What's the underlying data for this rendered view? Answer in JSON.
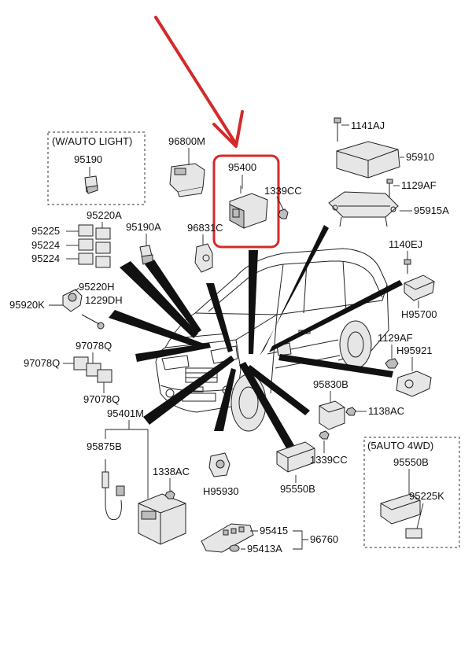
{
  "diagram": {
    "notes": {
      "auto_light": "(W/AUTO LIGHT)",
      "auto_4wd": "(5AUTO 4WD)"
    },
    "labels": {
      "p95190": "95190",
      "p96800M": "96800M",
      "p95400": "95400",
      "p1339CC_a": "1339CC",
      "p96831C": "96831C",
      "p1141AJ": "1141AJ",
      "p95910": "95910",
      "p1129AF_a": "1129AF",
      "p95915A": "95915A",
      "p95220A": "95220A",
      "p95225": "95225",
      "p95224_a": "95224",
      "p95224_b": "95224",
      "p95190A": "95190A",
      "p1140EJ": "1140EJ",
      "p95220H": "95220H",
      "p95920K": "95920K",
      "p1229DH": "1229DH",
      "pH95700": "H95700",
      "p97078Q_a": "97078Q",
      "p97078Q_b": "97078Q",
      "p97078Q_c": "97078Q",
      "p1129AF_b": "1129AF",
      "pH95921": "H95921",
      "p95830B": "95830B",
      "p1138AC": "1138AC",
      "p95401M": "95401M",
      "p95875B": "95875B",
      "p1338AC": "1338AC",
      "pH95930": "H95930",
      "p1339CC_b": "1339CC",
      "p95550B_a": "95550B",
      "p95550B_b": "95550B",
      "p95225K": "95225K",
      "p95415": "95415",
      "p95413A": "95413A",
      "p96760": "96760"
    }
  }
}
